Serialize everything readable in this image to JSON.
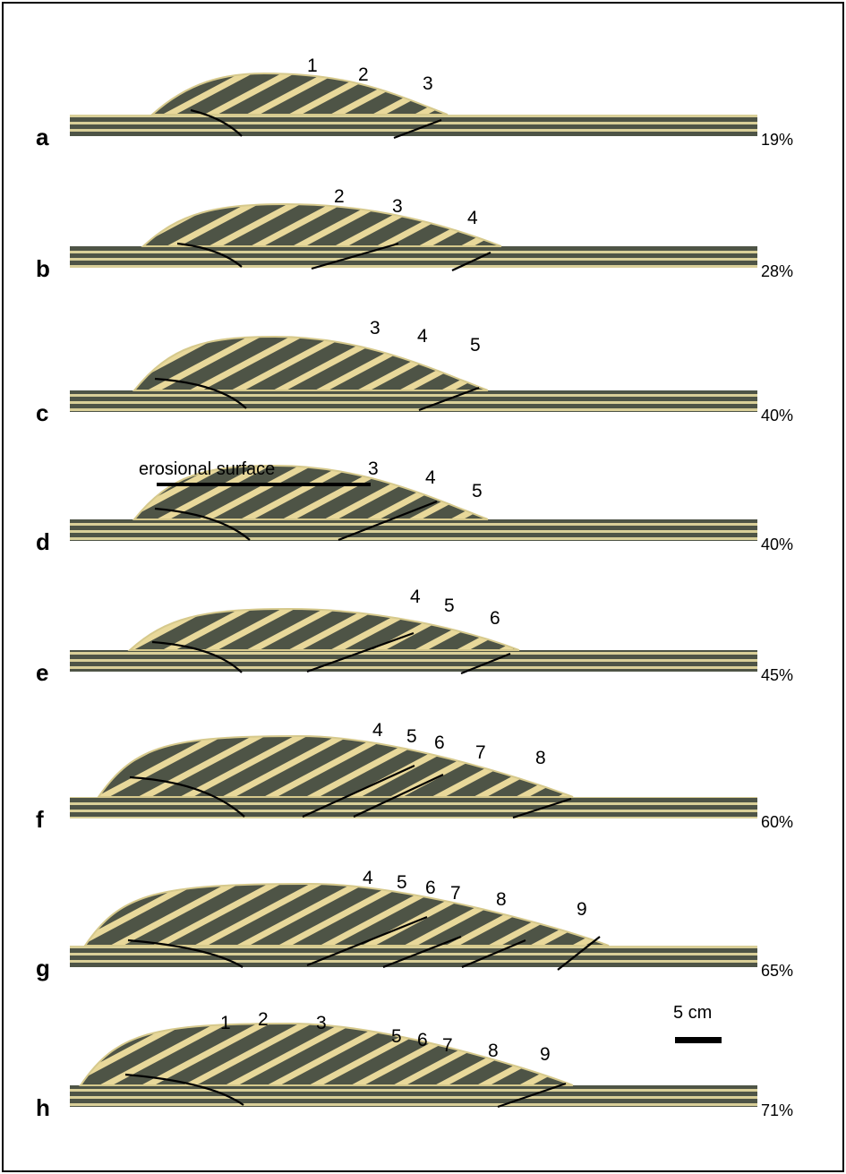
{
  "colors": {
    "sand_light": "#e8d89a",
    "sand_dark": "#4e5446",
    "fault_line": "#000000",
    "border": "#000000"
  },
  "panels": [
    {
      "letter": "a",
      "percent": "19%",
      "labels": [
        "1",
        "2",
        "3"
      ]
    },
    {
      "letter": "b",
      "percent": "28%",
      "labels": [
        "2",
        "3",
        "4"
      ]
    },
    {
      "letter": "c",
      "percent": "40%",
      "labels": [
        "3",
        "4",
        "5"
      ]
    },
    {
      "letter": "d",
      "percent": "40%",
      "labels": [
        "3",
        "4",
        "5"
      ],
      "annotation": "erosional surface"
    },
    {
      "letter": "e",
      "percent": "45%",
      "labels": [
        "4",
        "5",
        "6"
      ]
    },
    {
      "letter": "f",
      "percent": "60%",
      "labels": [
        "4",
        "5",
        "6",
        "7",
        "8"
      ]
    },
    {
      "letter": "g",
      "percent": "65%",
      "labels": [
        "4",
        "5",
        "6",
        "7",
        "8",
        "9"
      ]
    },
    {
      "letter": "h",
      "percent": "71%",
      "labels": [
        "1",
        "2",
        "3",
        "5",
        "6",
        "7",
        "8",
        "9"
      ]
    }
  ],
  "scale_bar": {
    "label": "5 cm"
  }
}
